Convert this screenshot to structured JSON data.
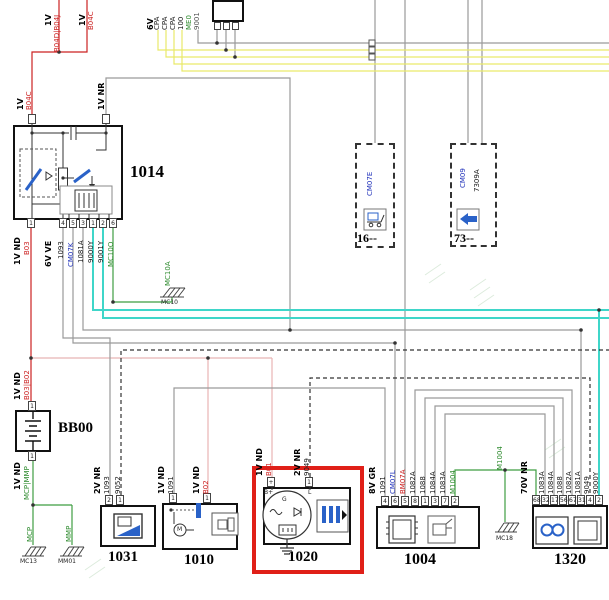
{
  "topLeft": {
    "v1": "1V",
    "code1": "B04D|B04J",
    "v2": "1V",
    "code2": "B04C"
  },
  "topGroup": {
    "volt": "6V",
    "wires": [
      "CPA",
      "CPA",
      "CPA",
      "100",
      "ME0",
      "9001"
    ]
  },
  "pin1014": {
    "left_v": "1V",
    "left_c": "B04C",
    "right_v": "1V NR"
  },
  "c1014": {
    "id": "1014",
    "pins_bottom": [
      "1",
      "4",
      "5",
      "3",
      "1",
      "2",
      "6"
    ],
    "g1": "1V ND",
    "c1": "B03",
    "g2": "6V VE",
    "w": [
      "1093",
      "CM07K",
      "1081A",
      "9000Y",
      "9001Y",
      "MC10O"
    ]
  },
  "mc10": {
    "wire": "MC10A",
    "ground": "MC10"
  },
  "cm07e": {
    "id": "CM07E",
    "num": "16--"
  },
  "cm09": {
    "id": "CM09",
    "code": "7309A",
    "num": "73--"
  },
  "bb00": {
    "id": "BB00",
    "pin_top": "1",
    "pin_bot": "1",
    "top_g": "1V ND",
    "top_c": "B03|B02",
    "bot_g": "1V ND",
    "bot_c": "MCP|MMP",
    "mcp": "MCP",
    "mmp": "MMP",
    "gnd1": "MC13",
    "gnd2": "MM01"
  },
  "c1031": {
    "id": "1031",
    "pins": [
      "2",
      "1"
    ],
    "g": "2V NR",
    "w1": "1093",
    "w2": "9052"
  },
  "c1010": {
    "id": "1010",
    "pins": [
      "1",
      "1"
    ],
    "g1": "1V ND",
    "w1": "1091",
    "g2": "1V ND",
    "w2": "B02",
    "motor": "M"
  },
  "c1020": {
    "id": "1020",
    "pins": [
      "+",
      "1"
    ],
    "g1": "1V ND",
    "w1": "B01",
    "g2": "2V NR",
    "w2": "9049",
    "bplus": "B+",
    "l": "L",
    "gen": "G"
  },
  "c1004": {
    "id": "1004",
    "pins": [
      "4",
      "6",
      "5",
      "8",
      "1",
      "3",
      "7",
      "2"
    ],
    "g": "8V GR",
    "wires": [
      "1091",
      "CM07L",
      "BM07A",
      "1082A",
      "1088",
      "1084A",
      "1083A",
      "M1004"
    ]
  },
  "m1004": {
    "wire": "M1004",
    "ground": "MC18"
  },
  "c1320": {
    "id": "1320",
    "pins": [
      "68",
      "32",
      "17",
      "56",
      "67",
      "31",
      "4",
      "2"
    ],
    "g": "70V NR",
    "wires": [
      "1083A",
      "1084A",
      "1088",
      "1082A",
      "1081A",
      "9049",
      "9000Y"
    ]
  },
  "colors": {
    "wire_red": "#cc2222",
    "wire_pink": "#e8b4b4",
    "wire_gray": "#9a9a9a",
    "wire_cyan": "#3fd6c9",
    "wire_yellow": "#e9e96a",
    "wire_green": "#3f9e42",
    "label_blue": "#2233bb",
    "label_red": "#cc2222",
    "label_green": "#2e8b2e",
    "highlight_red": "#e01f18"
  }
}
